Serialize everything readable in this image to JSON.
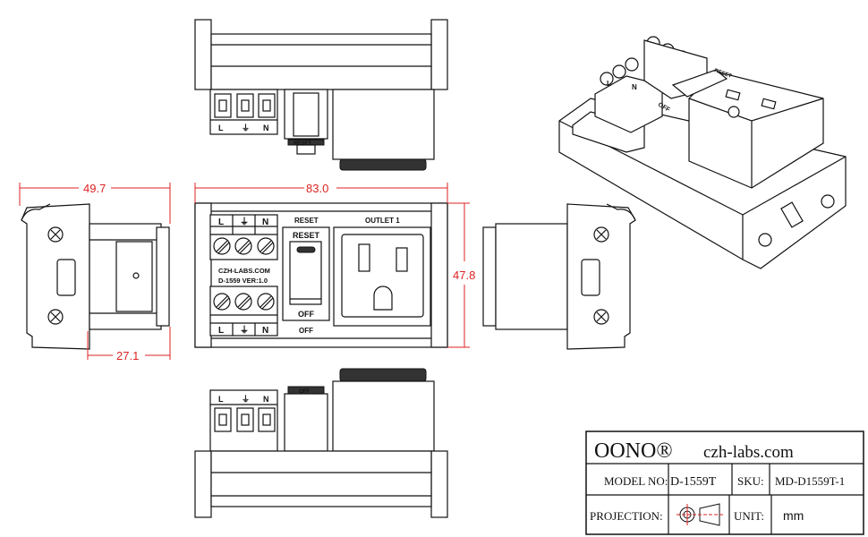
{
  "dimensions": {
    "side_width": "49.7",
    "side_depth": "27.1",
    "length": "83.0",
    "height": "47.8"
  },
  "front_view": {
    "terminal_labels": [
      "L",
      "⏚",
      "N"
    ],
    "brand_text": "CZH-LABS.COM",
    "version_text": "D-1559  VER:1.0",
    "reset_label": "RESET",
    "switch_top": "RESET",
    "switch_bottom": "OFF",
    "off_label": "OFF",
    "outlet_label": "OUTLET 1"
  },
  "top_view": {
    "reset_label": "RESET"
  },
  "bottom_view": {
    "off_label": "OFF"
  },
  "iso_view": {
    "off_label": "OFF",
    "reset_label": "RESET"
  },
  "title_block": {
    "brand": "OONO®",
    "website": "czh-labs.com",
    "model_label": "MODEL NO:",
    "model_value": "D-1559T",
    "sku_label": "SKU:",
    "sku_value": "MD-D1559T-1",
    "projection_label": "PROJECTION:",
    "unit_label": "UNIT:",
    "unit_value": "mm"
  }
}
